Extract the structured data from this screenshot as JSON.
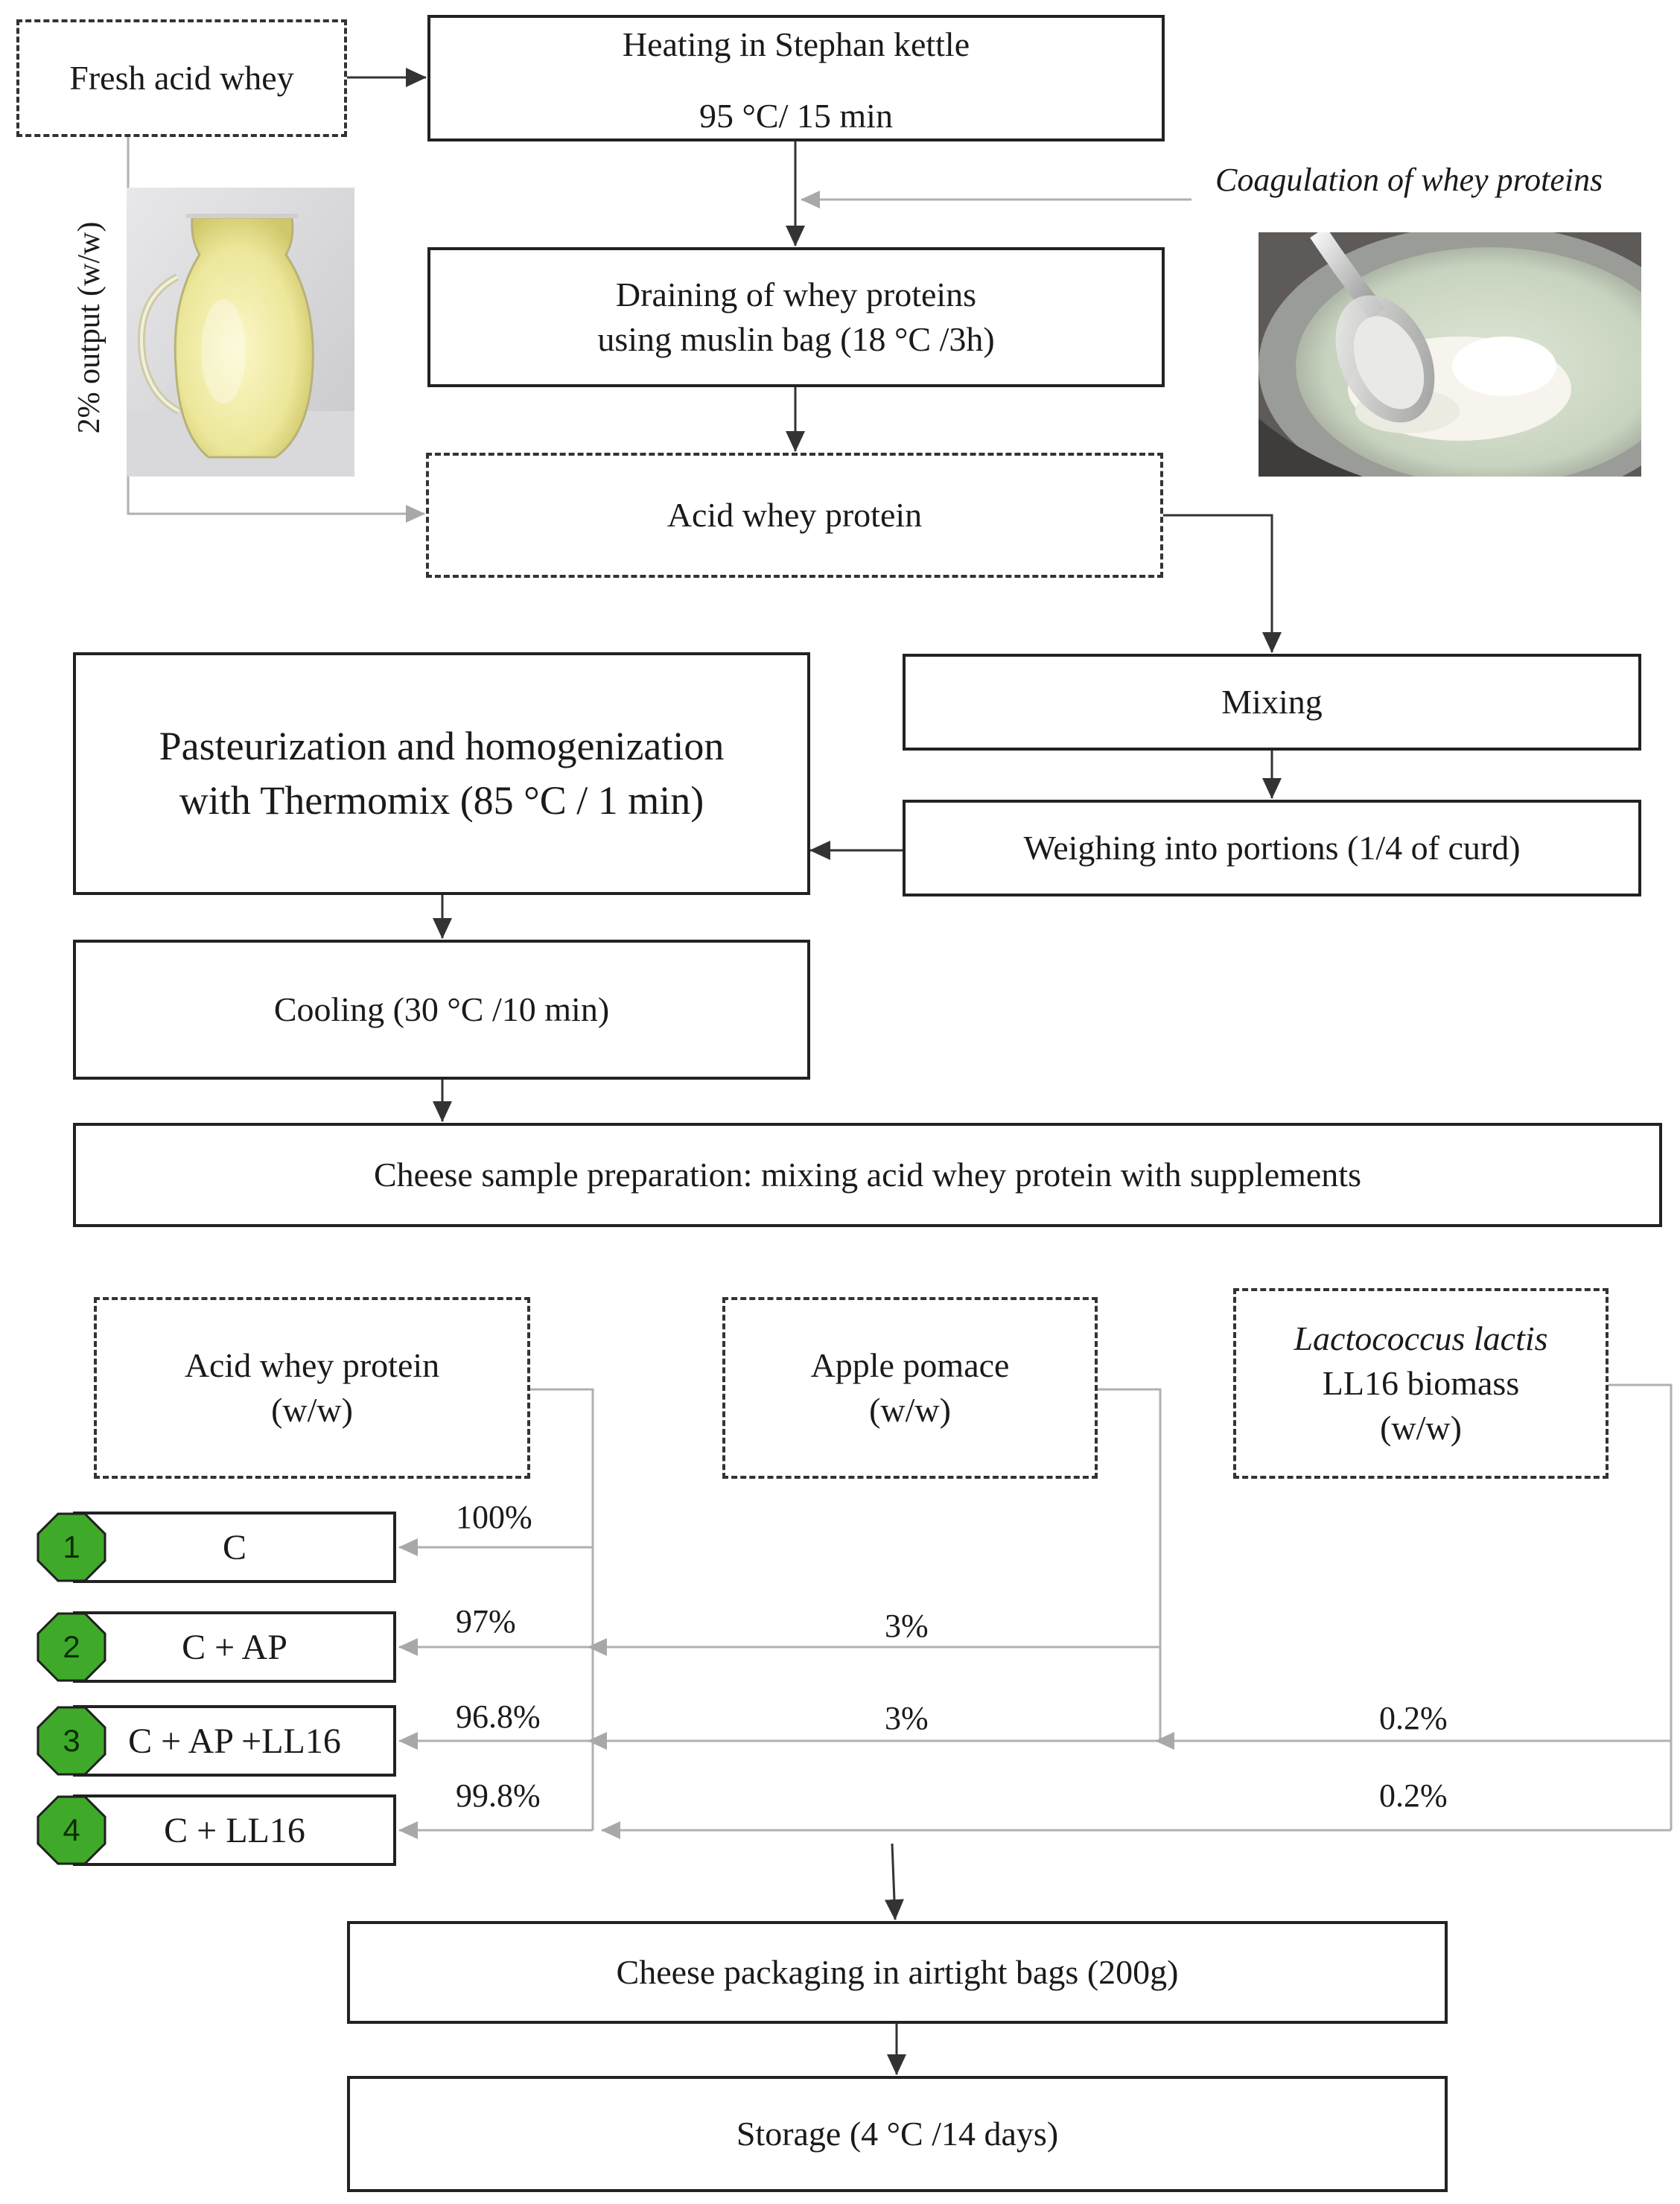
{
  "steps": {
    "fresh_acid_whey": "Fresh acid whey",
    "heating_line1": "Heating in Stephan kettle",
    "heating_line2": "95 °C/ 15 min",
    "coagulation": "Coagulation of whey proteins",
    "draining_line1": "Draining of whey proteins",
    "draining_line2": "using muslin bag (18 °C /3h)",
    "output_label": "2% output (w/w)",
    "acid_whey_protein": "Acid whey protein",
    "mixing": "Mixing",
    "pasteurization_line1": "Pasteurization and homogenization",
    "pasteurization_line2": "with Thermomix (85 °C / 1 min)",
    "weighing": "Weighing into portions (1/4 of curd)",
    "cooling": "Cooling (30 °C /10 min)",
    "sample_prep": "Cheese sample preparation: mixing acid whey protein with supplements",
    "packaging": "Cheese packaging in airtight bags (200g)",
    "storage": "Storage (4 °C /14 days)"
  },
  "ingredients": {
    "awp_line1": "Acid whey protein",
    "awp_line2": "(w/w)",
    "ap_line1": "Apple pomace",
    "ap_line2": "(w/w)",
    "ll_line1": "Lactococcus lactis",
    "ll_line2": "LL16 biomass",
    "ll_line3": "(w/w)"
  },
  "samples": [
    {
      "number": "1",
      "label": "C",
      "awp_pct": "100%",
      "ap_pct": "",
      "ll_pct": ""
    },
    {
      "number": "2",
      "label": "C + AP",
      "awp_pct": "97%",
      "ap_pct": "3%",
      "ll_pct": ""
    },
    {
      "number": "3",
      "label": "C + AP +LL16",
      "awp_pct": "96.8%",
      "ap_pct": "3%",
      "ll_pct": "0.2%"
    },
    {
      "number": "4",
      "label": "C + LL16",
      "awp_pct": "99.8%",
      "ap_pct": "",
      "ll_pct": "0.2%"
    }
  ],
  "colors": {
    "badge_fill": "#3faa2a",
    "badge_stroke": "#1f1f1f",
    "arrow_dark": "#333333",
    "arrow_light": "#b0b0b0"
  },
  "icons": {
    "jug_photo": "pitcher-of-whey-photo",
    "coagulation_photo": "whey-curd-in-pot-photo"
  }
}
